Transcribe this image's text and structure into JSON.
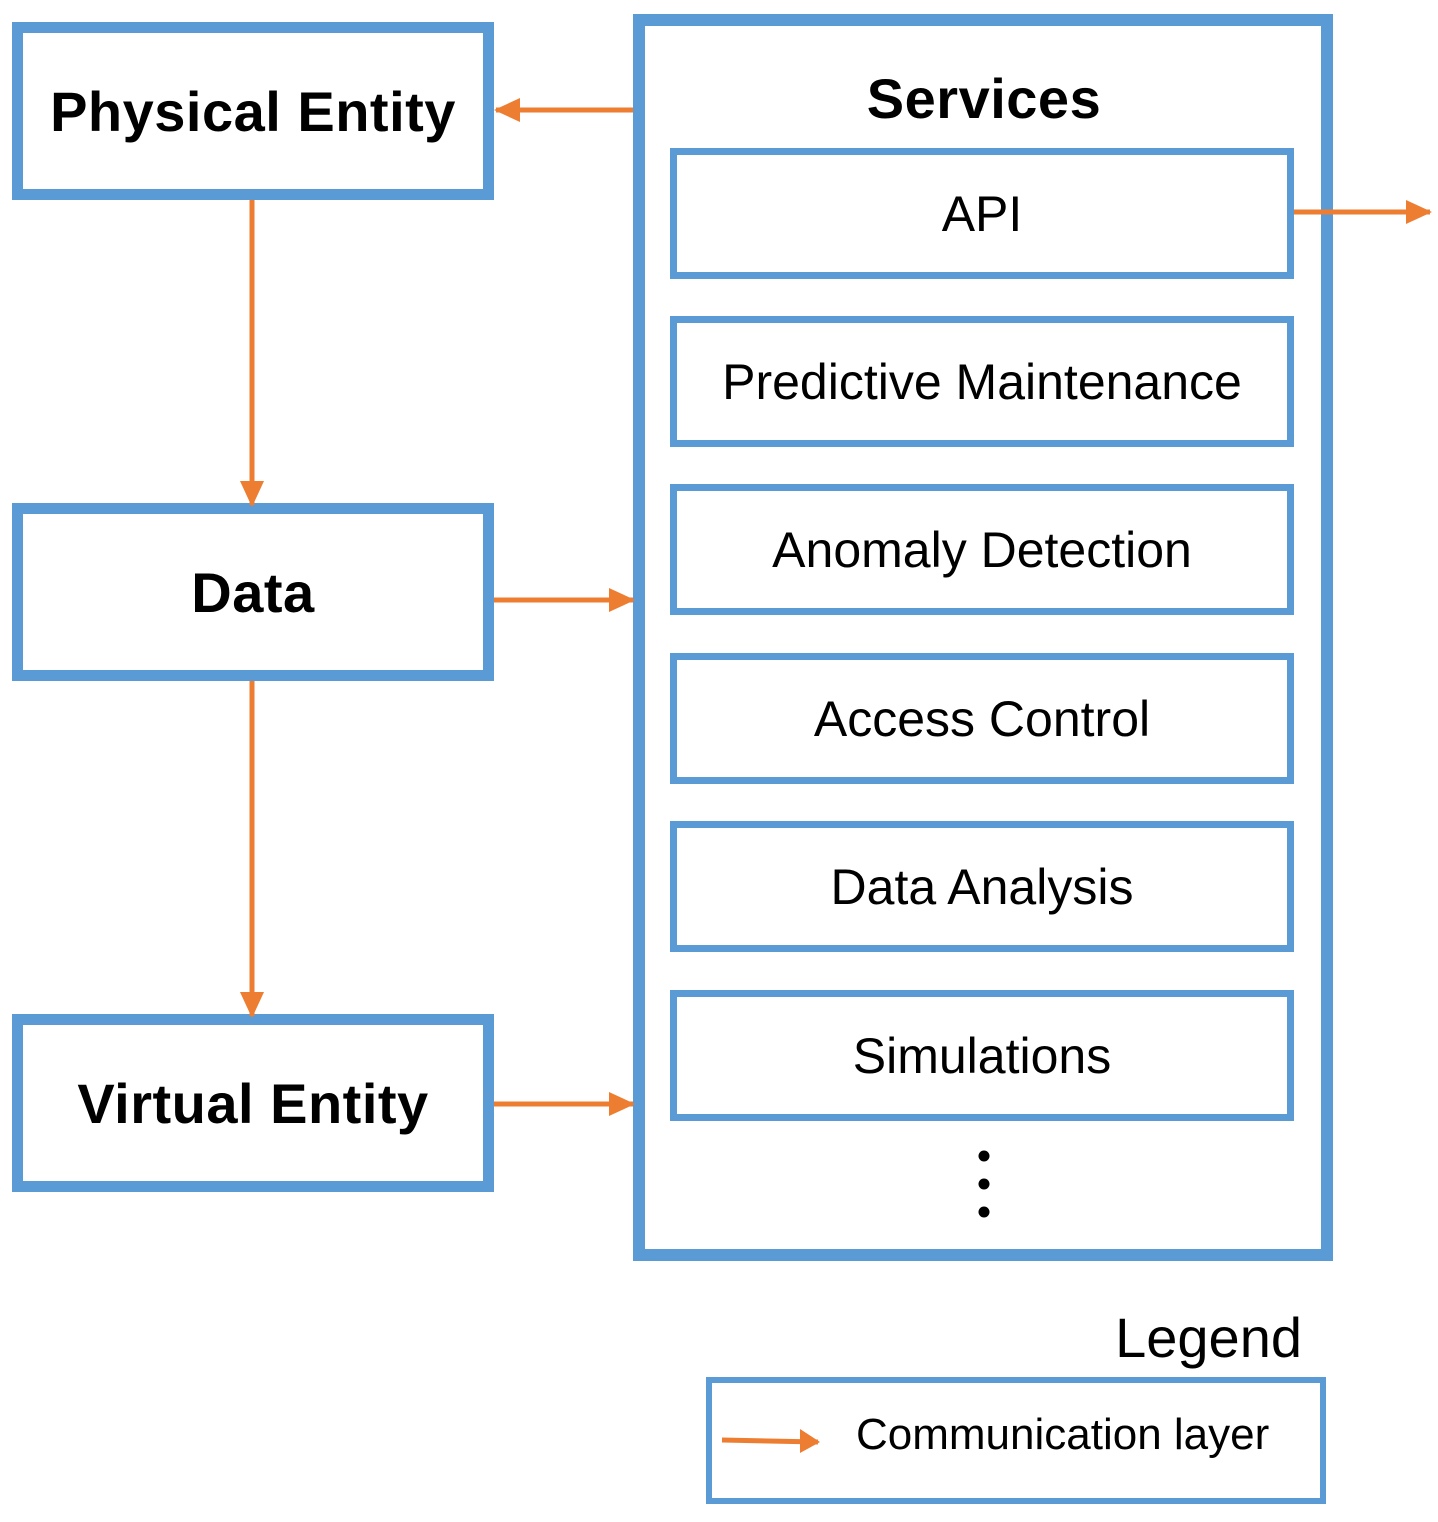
{
  "entities": {
    "physical": "Physical Entity",
    "data": "Data",
    "virtual": "Virtual Entity"
  },
  "services": {
    "title": "Services",
    "items": [
      "API",
      "Predictive Maintenance",
      "Anomaly Detection",
      "Access Control",
      "Data Analysis",
      "Simulations"
    ]
  },
  "legend": {
    "title": "Legend",
    "communication_label": "Communication layer"
  },
  "colors": {
    "box_border": "#5b9bd5",
    "arrow": "#ed7d31"
  }
}
